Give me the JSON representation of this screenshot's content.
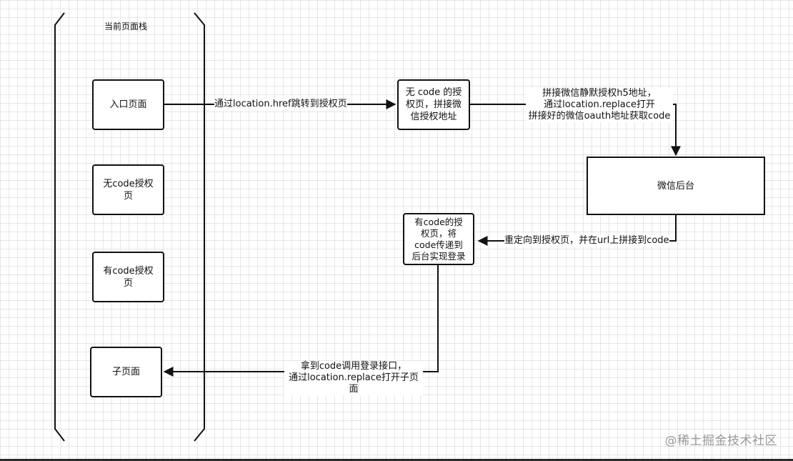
{
  "stack": {
    "title": "当前页面栈",
    "pages": [
      "入口页面",
      "无code授权\n页",
      "有code授权\n页",
      "子页面"
    ]
  },
  "nodes": {
    "auth_no_code": "无 code 的授\n权页，拼接微\n信授权地址",
    "wechat_backend": "微信后台",
    "auth_with_code": "有code的授\n权页，将\ncode传递到\n后台实现登录"
  },
  "edges": {
    "to_auth": "通过location.href跳转到授权页",
    "to_wechat": "拼接微信静默授权h5地址，\n通过location.replace打开\n拼接好的微信oauth地址获取code",
    "redirect_back": "重定向到授权页，并在url上拼接到code",
    "to_child": "拿到code调用登录接口，\n通过location.replace打开子页面"
  },
  "watermark": "@稀土掘金技术社区"
}
